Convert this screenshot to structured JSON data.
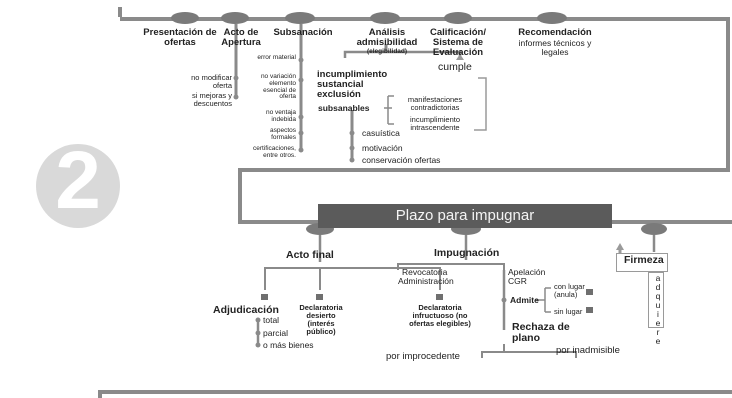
{
  "section_number": "2",
  "top_steps": {
    "presentacion": "Presentación de ofertas",
    "acto_apertura": "Acto de Apertura",
    "subsanacion": "Subsanación",
    "analisis": "Análisis admisibilidad",
    "analisis_sub": "(elegibilidad)",
    "calificacion": "Calificación/ Sistema de Evaluación",
    "recomendacion": "Recomendación",
    "recomendacion_sub": "informes técnicos y legales"
  },
  "apertura_notes": [
    "no modificar oferta",
    "si mejoras y descuentos"
  ],
  "subsanacion_items": [
    "error material",
    "no variación elemento esencial de oferta",
    "no ventaja indebida",
    "aspectos formales",
    "certificaciones, entre otros."
  ],
  "admisibilidad": {
    "incumplimiento": "incumplimiento sustancial exclusión",
    "cumple": "cumple",
    "subsanables": "subsanables",
    "subsanables_items": [
      "manifestaciones contradictorias",
      "incumplimiento intrascendente"
    ],
    "criterios": [
      "casuística",
      "motivación",
      "conservación ofertas"
    ]
  },
  "plazo": "Plazo para impugnar",
  "acto_final": {
    "title": "Acto final",
    "adjudicacion": "Adjudicación",
    "adjudicacion_items": [
      "total",
      "parcial",
      "o más bienes"
    ],
    "desierto": "Declaratoria desierto (interés público)",
    "infructuoso": "Declaratoria infructuoso (no ofertas elegibles)"
  },
  "impugnacion": {
    "title": "Impugnación",
    "revocatoria": "Revocatoria",
    "revocatoria_sub": "Administración",
    "apelacion": "Apelación",
    "apelacion_sub": "CGR",
    "admite": "Admite",
    "con_lugar": "con lugar",
    "con_lugar_sub": "(anula)",
    "sin_lugar": "sin lugar",
    "rechaza": "Rechaza de plano",
    "improcedente": "por improcedente",
    "inadmisible": "por inadmisible"
  },
  "firmeza": {
    "title": "Firmeza",
    "adquiere": "adquiere"
  },
  "colors": {
    "node": "#7a7a7a",
    "track": "#8a8a8a",
    "banner": "#5b5b5b",
    "numeral_disc": "#d9d9d9"
  }
}
